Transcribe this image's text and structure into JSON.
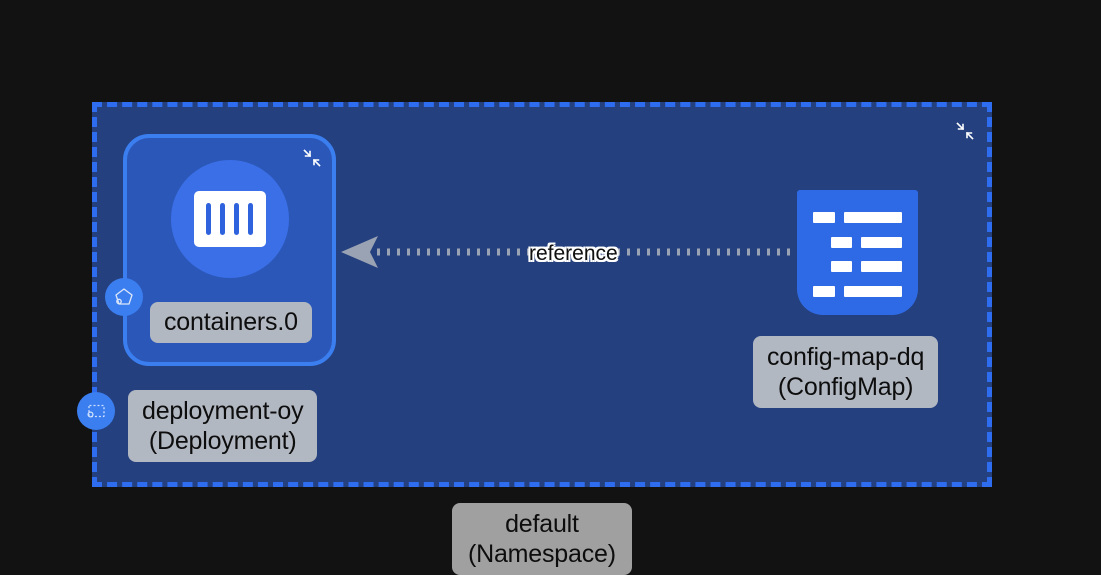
{
  "canvas": {
    "background_color": "#121212",
    "name": "kubernetes-resource-graph"
  },
  "namespace_group": {
    "border_color": "#2f6df0",
    "fill_color": "#24407e",
    "border_style": "dashed",
    "collapse_icon": "collapse-icon",
    "label": "default\n(Namespace)",
    "name": "default",
    "kind": "Namespace"
  },
  "deployment_card": {
    "border_color": "#3b7ef0",
    "fill_color": "#2b58b8",
    "collapse_icon": "collapse-icon",
    "icon": "container-icon",
    "icon_circle_color": "#3b6fe8",
    "container_bar_count": 4,
    "child_label": "containers.0",
    "child_badge_icon": "pentagon-container-icon",
    "label": "deployment-oy\n(Deployment)",
    "name": "deployment-oy",
    "kind": "Deployment",
    "badge_icon": "deployment-dashed-box-icon"
  },
  "configmap_node": {
    "icon": "configmap-list-icon",
    "icon_color": "#2f6ae6",
    "label": "config-map-dq\n(ConfigMap)",
    "name": "config-map-dq",
    "kind": "ConfigMap"
  },
  "edge": {
    "label": "reference",
    "style": "dotted",
    "color": "#9aa3b4",
    "arrow_direction": "left",
    "from": "config-map-dq",
    "to": "deployment-oy"
  }
}
